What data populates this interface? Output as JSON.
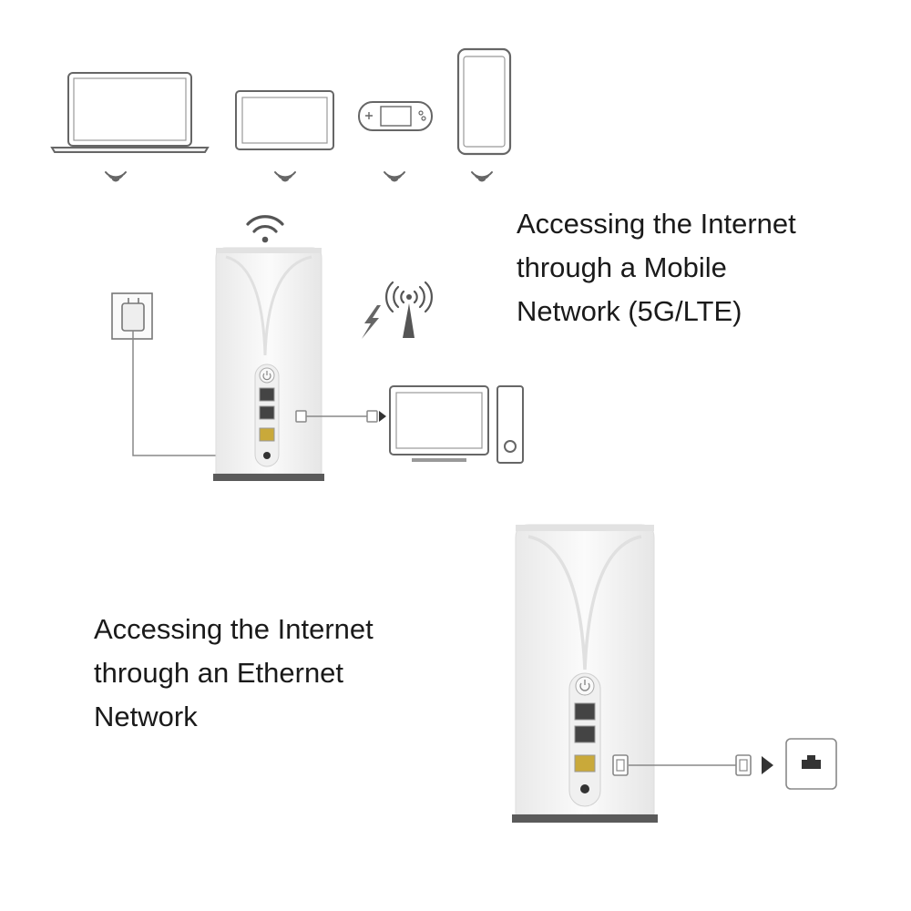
{
  "captions": {
    "mobile": {
      "lines": [
        "Accessing the Internet",
        "through a Mobile",
        "Network (5G/LTE)"
      ]
    },
    "ethernet": {
      "lines": [
        "Accessing the Internet",
        "through an Ethernet",
        "Network"
      ]
    }
  },
  "colors": {
    "line": "#777777",
    "body": "#f4f4f4",
    "port_yellow": "#c9a93a",
    "base": "#5a5a5a",
    "text": "#1a1a1a"
  },
  "icons": {
    "wireless_clients": [
      "laptop-icon",
      "tablet-icon",
      "game-console-icon",
      "smartphone-icon"
    ],
    "signal": "wifi-signal-icon",
    "tower": "cell-tower-icon",
    "power": "power-outlet-icon",
    "wired_client": "desktop-computer-icon",
    "wall_port": "ethernet-wall-port-icon"
  }
}
